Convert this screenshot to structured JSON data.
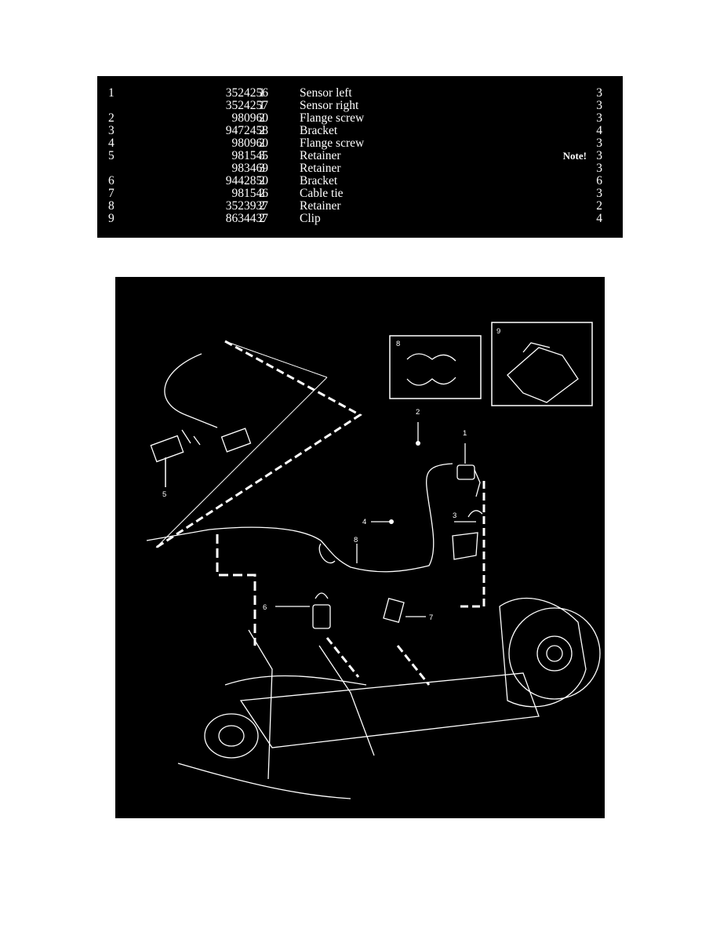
{
  "parts_table": {
    "rows": [
      {
        "item": "1",
        "part": "3524256",
        "qty": "1",
        "desc": "Sensor left",
        "note": "",
        "ref": "3"
      },
      {
        "item": "",
        "part": "3524257",
        "qty": "1",
        "desc": "Sensor right",
        "note": "",
        "ref": "3"
      },
      {
        "item": "2",
        "part": "980960",
        "qty": "2",
        "desc": "Flange screw",
        "note": "",
        "ref": "3"
      },
      {
        "item": "3",
        "part": "9472458",
        "qty": "2",
        "desc": "Bracket",
        "note": "",
        "ref": "4"
      },
      {
        "item": "4",
        "part": "980960",
        "qty": "2",
        "desc": "Flange screw",
        "note": "",
        "ref": "3"
      },
      {
        "item": "5",
        "part": "981545",
        "qty": "3",
        "desc": "Retainer",
        "note": "Note!",
        "ref": "3"
      },
      {
        "item": "",
        "part": "983469",
        "qty": "3",
        "desc": "Retainer",
        "note": "",
        "ref": "3"
      },
      {
        "item": "6",
        "part": "9442850",
        "qty": "2",
        "desc": "Bracket",
        "note": "",
        "ref": "6"
      },
      {
        "item": "7",
        "part": "981546",
        "qty": "2",
        "desc": "Cable tie",
        "note": "",
        "ref": "3"
      },
      {
        "item": "8",
        "part": "3523937",
        "qty": "2",
        "desc": "Retainer",
        "note": "",
        "ref": "2"
      },
      {
        "item": "9",
        "part": "8634437",
        "qty": "2",
        "desc": "Clip",
        "note": "",
        "ref": "4"
      }
    ]
  },
  "diagram": {
    "callouts": {
      "c1": "1",
      "c2": "2",
      "c3": "3",
      "c4": "4",
      "c5": "5",
      "c6": "6",
      "c7": "7",
      "c8": "8",
      "c8box": "8",
      "c9box": "9"
    }
  }
}
